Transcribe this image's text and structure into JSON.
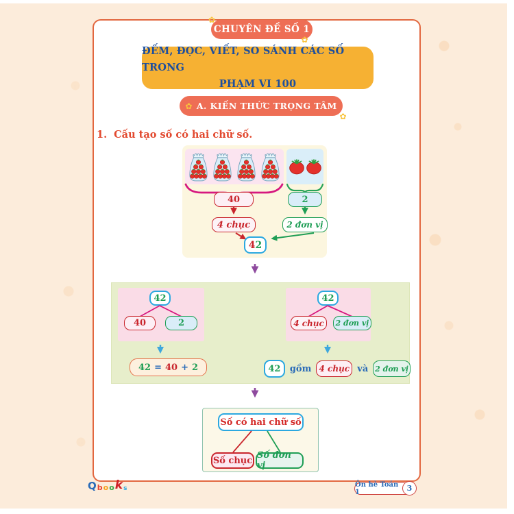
{
  "colors": {
    "page_background": "#fcecdb",
    "card_border": "#e2673f",
    "badge_coral": "#ee6e55",
    "banner_orange": "#f6b133",
    "banner_text": "#1d4f9e",
    "heading_red": "#e2492f",
    "accent_red": "#c9252c",
    "accent_green": "#1f9e55",
    "accent_cyan": "#2ba8e0",
    "accent_magenta": "#d6187f",
    "accent_purple": "#8e4a9e",
    "accent_blue": "#2b6cb8",
    "panel_green": "#e7eecb",
    "panel_pink": "#fadce7"
  },
  "header": {
    "chapter_badge": "CHUYÊN ĐỀ SỐ 1",
    "title_line1": "ĐẾM, ĐỌC, VIẾT, SO SÁNH CÁC SỐ TRONG",
    "title_line2": "PHẠM VI 100",
    "section_badge": "A. KIẾN THỨC TRỌNG TÂM"
  },
  "lesson": {
    "heading_number": "1.",
    "heading_text": "Cấu tạo số có hai chữ số."
  },
  "diagram_top": {
    "bags_count": 4,
    "tomatoes_per_bag": 10,
    "loose_tomatoes": 2,
    "tens_value": "40",
    "tens_label": "4 chục",
    "units_value": "2",
    "units_label": "2 đơn vị",
    "result_tens_digit": "4",
    "result_units_digit": "2"
  },
  "panel_middle": {
    "left_tree": {
      "root": "42",
      "left_child": "40",
      "right_child": "2"
    },
    "equation": {
      "result": "42",
      "equals": "=",
      "tens": "40",
      "plus": "+",
      "units": "2"
    },
    "right_tree": {
      "root": "42",
      "left_child": "4 chục",
      "right_child": "2 đơn vị"
    },
    "sentence": {
      "number": "42",
      "word_gom": "gồm",
      "tens": "4 chục",
      "word_va": "và",
      "units": "2 đơn vị"
    }
  },
  "diagram_bottom": {
    "root": "Số có hai chữ số",
    "left_child": "Số chục",
    "right_child": "Số đơn vị"
  },
  "footer": {
    "logo_letters": [
      "Q",
      "b",
      "o",
      "o",
      "k",
      "s"
    ],
    "book_title": "Ôn hè Toán 1",
    "page_number": "3"
  }
}
